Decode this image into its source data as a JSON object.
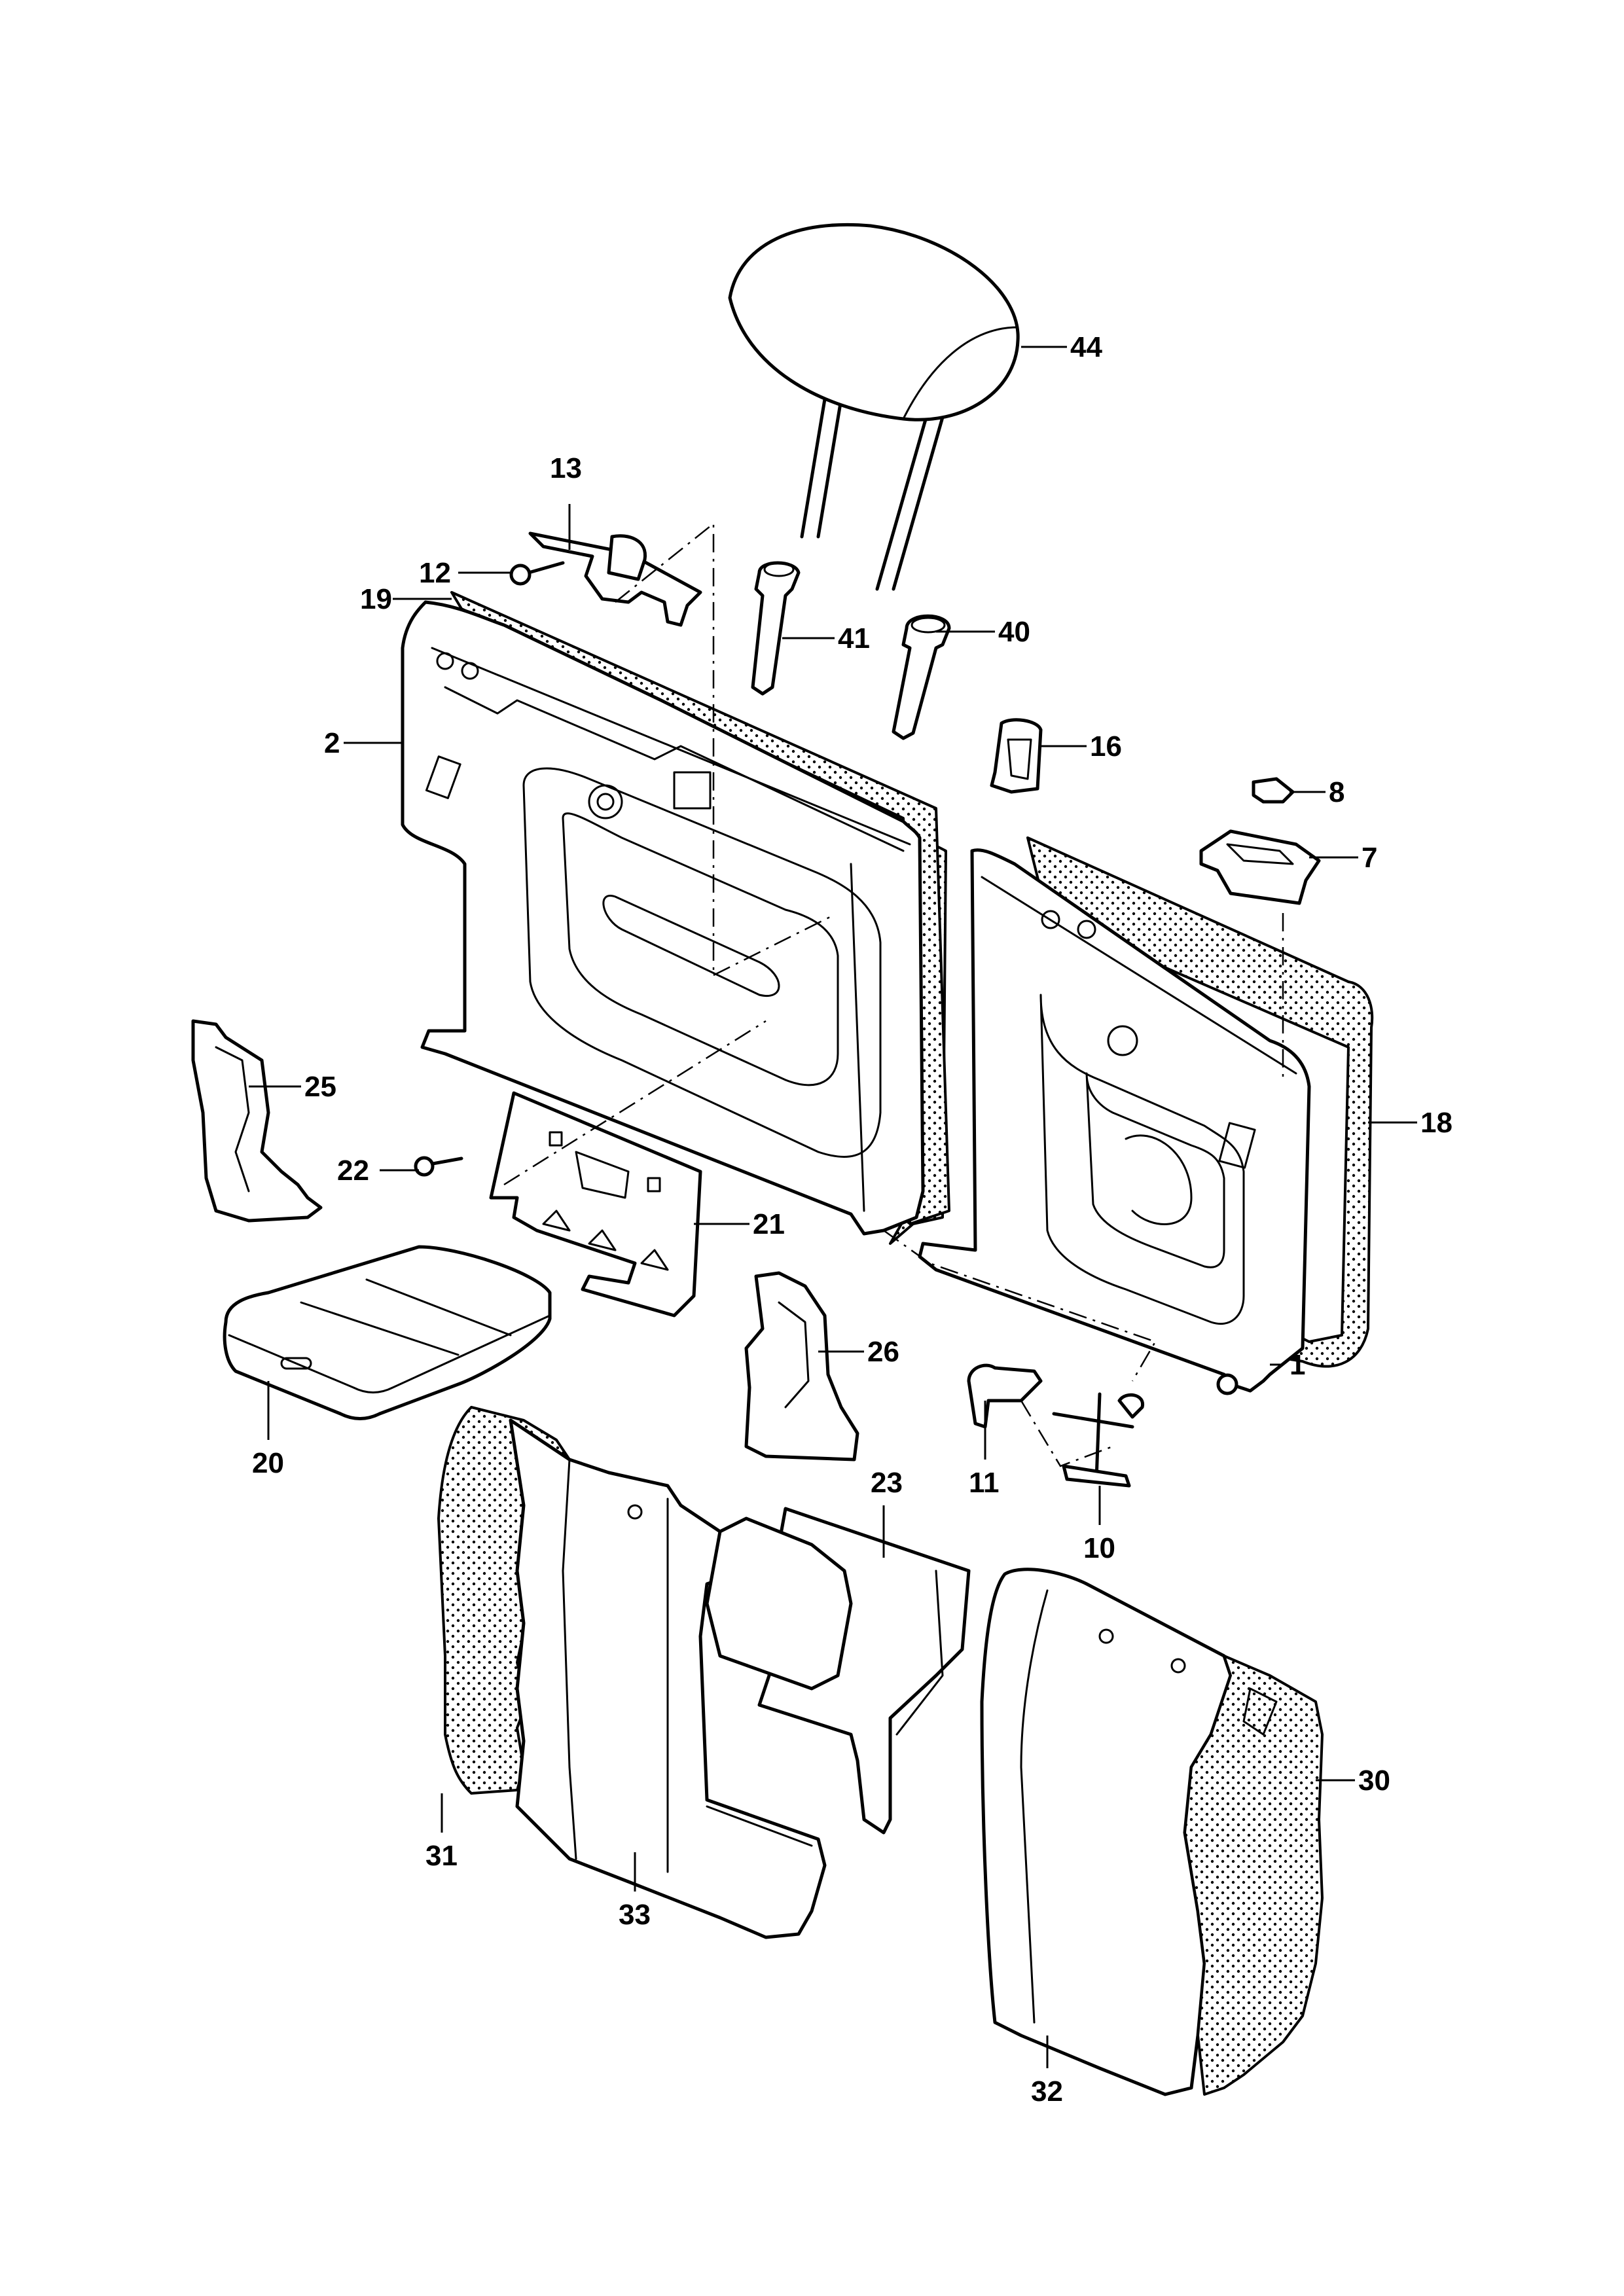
{
  "diagram": {
    "type": "exploded-parts",
    "line_color": "#000000",
    "background": "#ffffff",
    "callouts": [
      "44",
      "13",
      "12",
      "19",
      "41",
      "40",
      "2",
      "16",
      "8",
      "7",
      "25",
      "18",
      "22",
      "21",
      "20",
      "26",
      "1",
      "23",
      "11",
      "10",
      "30",
      "31",
      "33",
      "32"
    ]
  }
}
